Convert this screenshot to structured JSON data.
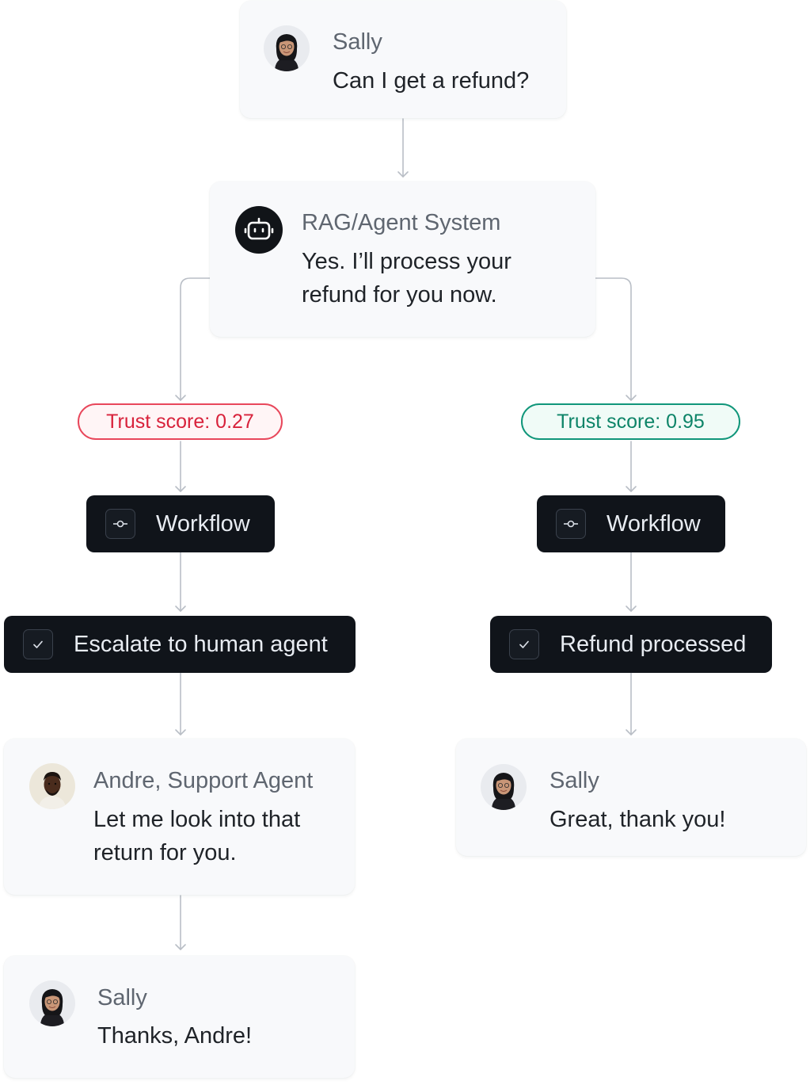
{
  "cards": {
    "question": {
      "name": "Sally",
      "message": "Can I get a refund?"
    },
    "system": {
      "name": "RAG/Agent System",
      "message": "Yes. I’ll process your refund for you now."
    },
    "agent_reply": {
      "name": "Andre, Support Agent",
      "message": "Let me look into that return for you."
    },
    "thanks_andre": {
      "name": "Sally",
      "message": "Thanks, Andre!"
    },
    "thanks_refund": {
      "name": "Sally",
      "message": "Great, thank you!"
    }
  },
  "trust_scores": {
    "low": {
      "label": "Trust score: 0.27",
      "color": "#d8223b"
    },
    "high": {
      "label": "Trust score: 0.95",
      "color": "#0d8468"
    }
  },
  "workflow": {
    "left_label": "Workflow",
    "right_label": "Workflow"
  },
  "outcomes": {
    "left": "Escalate to human agent",
    "right": "Refund processed"
  },
  "colors": {
    "dark_node": "#10141a",
    "card_bg": "#f8f9fb",
    "connector": "#b9bec6"
  },
  "icons": [
    "robot-icon",
    "commit-icon",
    "check-icon",
    "avatar-sally",
    "avatar-andre"
  ]
}
